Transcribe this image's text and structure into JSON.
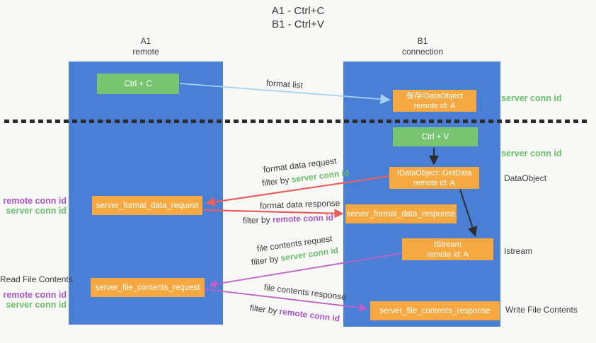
{
  "title": {
    "line1": "A1 - Ctrl+C",
    "line2": "B1 - Ctrl+V"
  },
  "lifelines": {
    "a1": {
      "name": "A1",
      "subtitle": "remote"
    },
    "b1": {
      "name": "B1",
      "subtitle": "connection"
    }
  },
  "nodes": {
    "ctrl_c": {
      "label": "Ctrl + C"
    },
    "ctrl_v": {
      "label": "Ctrl + V"
    },
    "save_dataobject": {
      "title": "保存IDataObject",
      "subtitle": "remote id: A"
    },
    "getdata": {
      "title": "IDataObject::GetData",
      "subtitle": "remote id: A"
    },
    "istream": {
      "title": "IStream",
      "subtitle": "remote id: A"
    },
    "server_format_data_request": {
      "label": "server_format_data_request"
    },
    "server_format_data_response": {
      "label": "server_format_data_response"
    },
    "server_file_contents_request": {
      "label": "server_file_contents_request"
    },
    "server_file_contents_response": {
      "label": "server_file_contents_response"
    }
  },
  "messages": {
    "format_list": {
      "label": "format list"
    },
    "format_data_request": {
      "label": "format data request",
      "filter_prefix": "filter by ",
      "filter_key": "server conn id"
    },
    "format_data_response": {
      "label": "format data response",
      "filter_prefix": "filter by ",
      "filter_key": "remote conn id"
    },
    "file_contents_request": {
      "label": "file contents request",
      "filter_prefix": "filter by ",
      "filter_key": "server conn id"
    },
    "file_contents_response": {
      "label": "file contents response",
      "filter_prefix": "filter by ",
      "filter_key": "remote conn id"
    }
  },
  "annotations": {
    "right_top_server_conn_id": "server conn id",
    "right_mid_server_conn_id": "server conn id",
    "right_dataobject": "DataObject",
    "right_istream": "Istream",
    "right_write_file_contents": "Write File Contents",
    "left_format_remote_conn_id": "remote conn id",
    "left_format_server_conn_id": "server conn id",
    "left_read_file_contents": "Read File Contents",
    "left_file_remote_conn_id": "remote conn id",
    "left_file_server_conn_id": "server conn id"
  },
  "colors": {
    "column_blue": "#4a7fd6",
    "box_green": "#77c471",
    "box_orange": "#f7a941",
    "arrow_lightblue": "#a5d2f0",
    "arrow_red": "#e8605e",
    "arrow_magenta": "#c05fc8",
    "arrow_black": "#2d2d2d",
    "text_green": "#6abf69",
    "text_purple": "#a855c8",
    "text_dark": "#3b3b3b"
  }
}
